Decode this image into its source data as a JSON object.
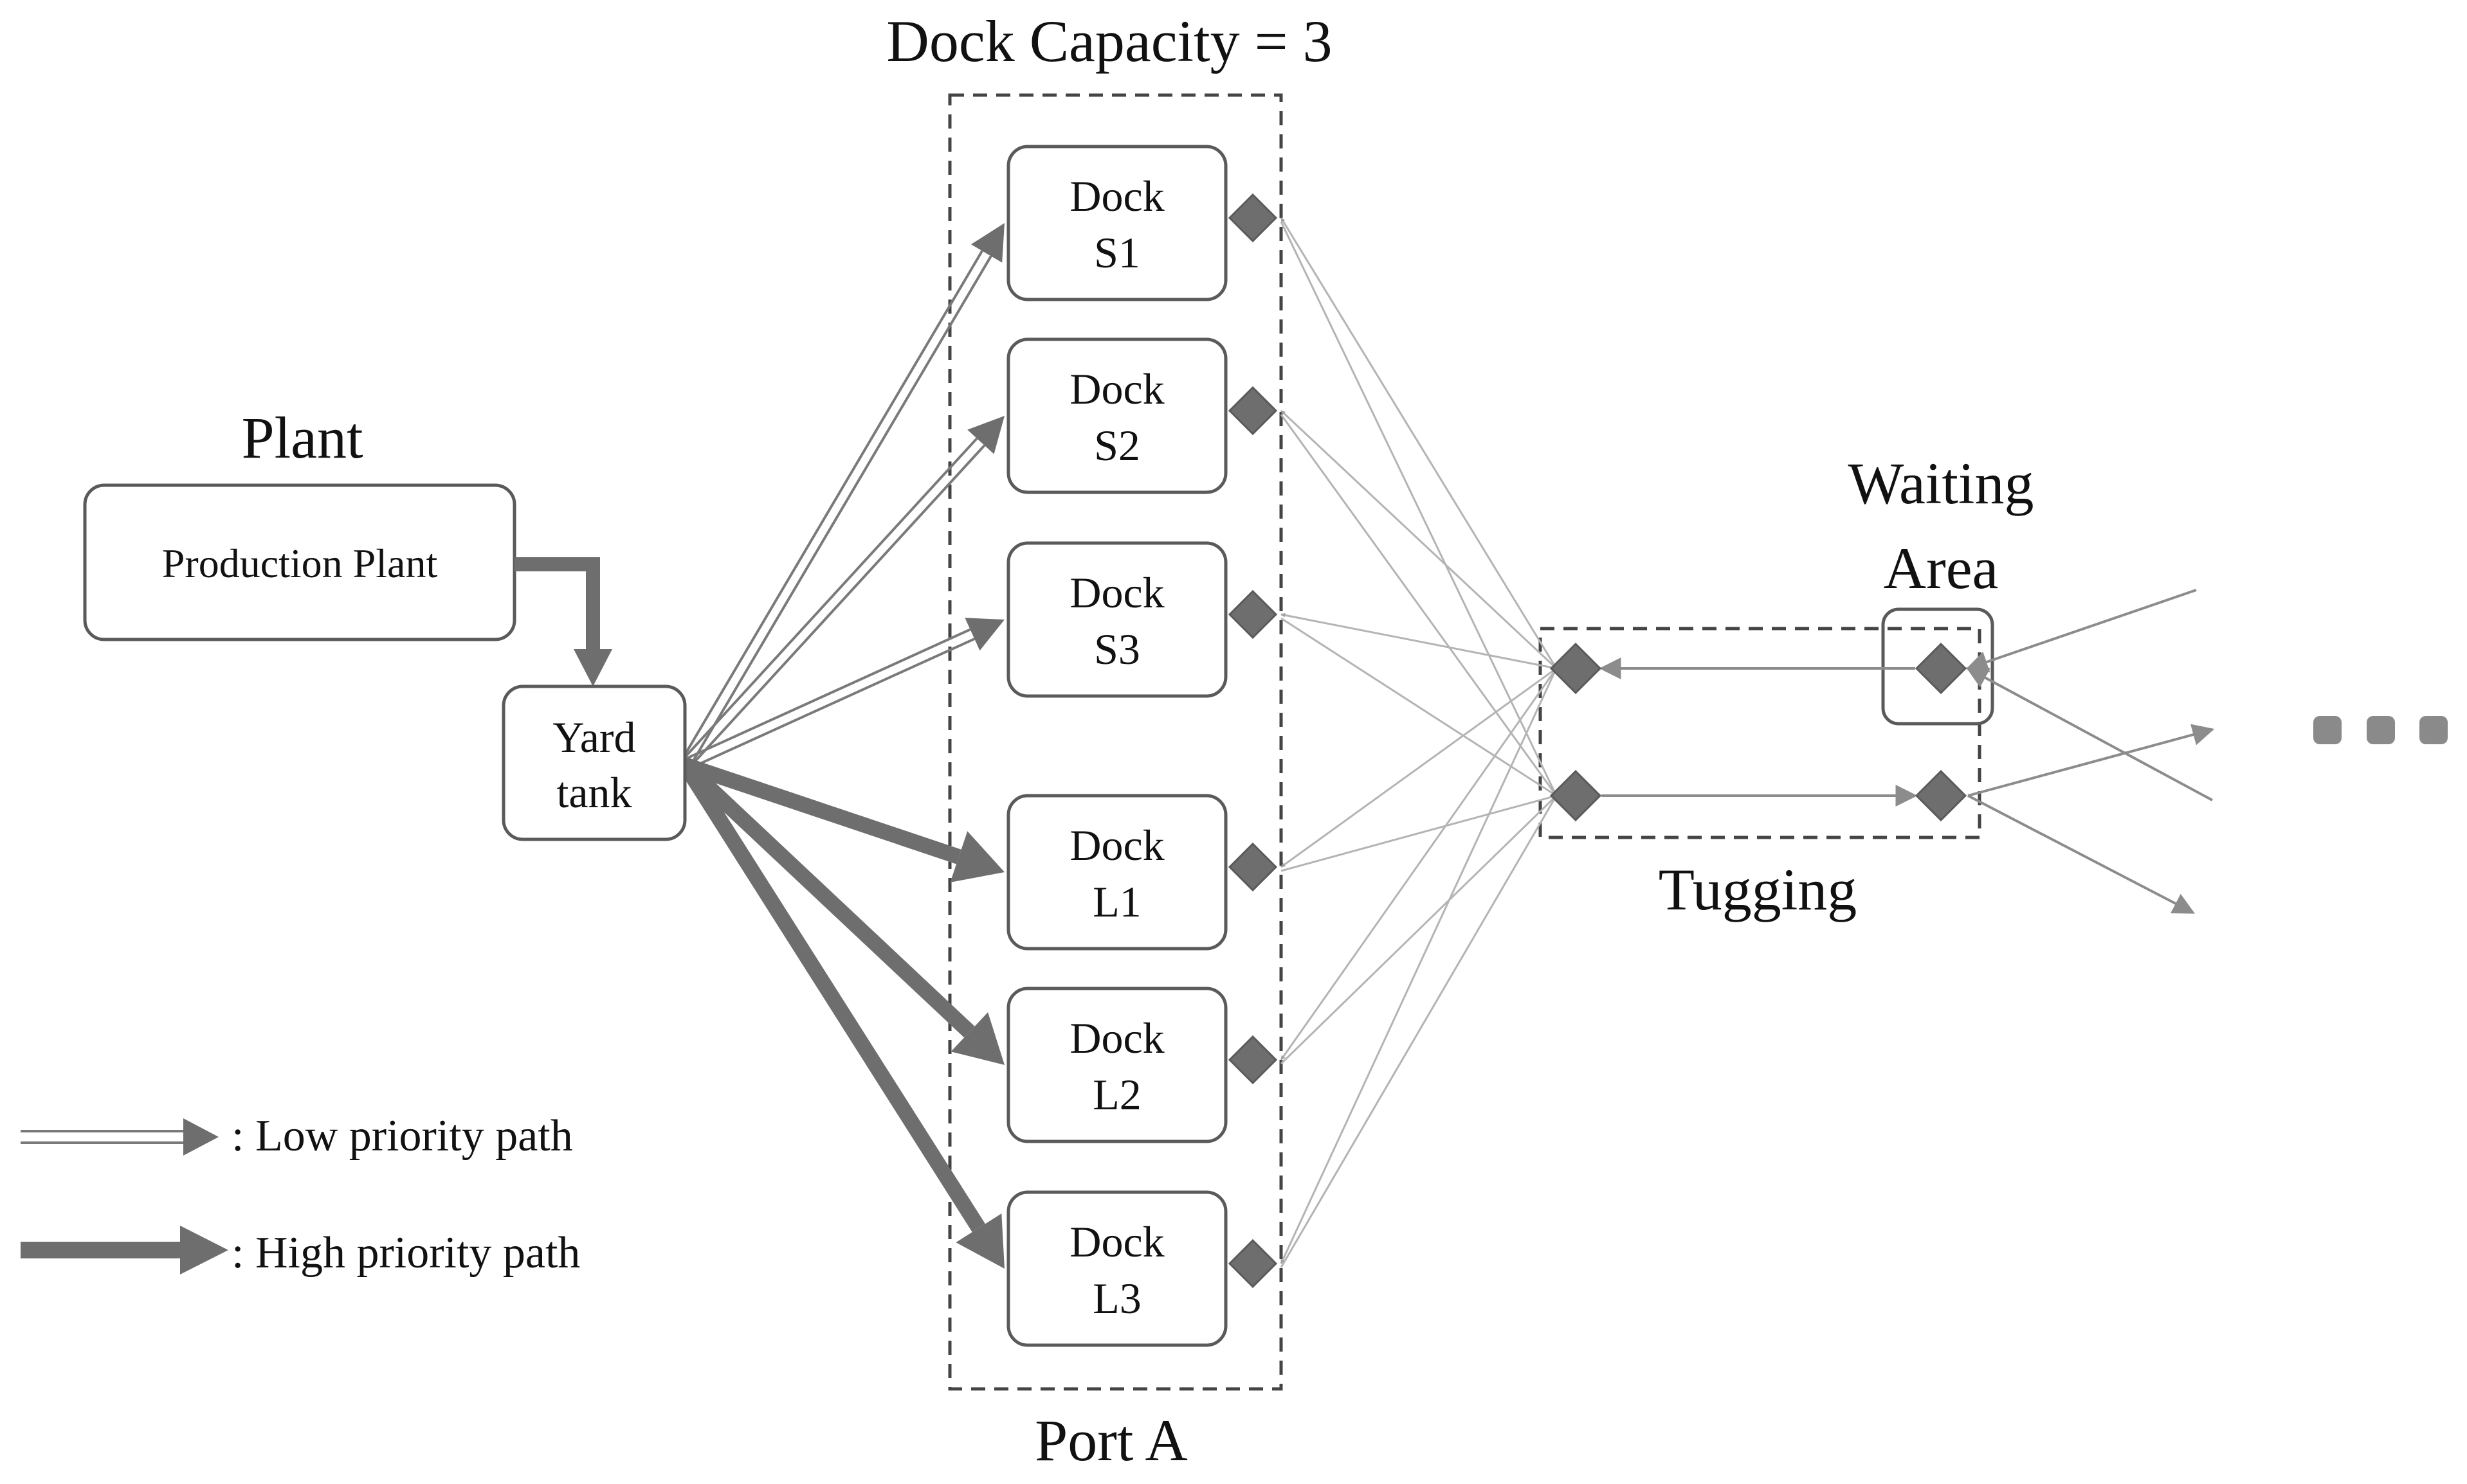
{
  "labels": {
    "dock_capacity": "Dock Capacity = 3",
    "plant_title": "Plant",
    "production_plant": "Production Plant",
    "yard_tank_line1": "Yard",
    "yard_tank_line2": "tank",
    "port": "Port A",
    "waiting_area_line1": "Waiting",
    "waiting_area_line2": "Area",
    "tugging": "Tugging"
  },
  "docks": [
    {
      "line1": "Dock",
      "line2": "S1",
      "priority": "low"
    },
    {
      "line1": "Dock",
      "line2": "S2",
      "priority": "low"
    },
    {
      "line1": "Dock",
      "line2": "S3",
      "priority": "low"
    },
    {
      "line1": "Dock",
      "line2": "L1",
      "priority": "high"
    },
    {
      "line1": "Dock",
      "line2": "L2",
      "priority": "high"
    },
    {
      "line1": "Dock",
      "line2": "L3",
      "priority": "high"
    }
  ],
  "legend": {
    "low": ": Low priority path",
    "high": ": High priority path"
  },
  "colors": {
    "path": "#6e6e6e",
    "node_border": "#5a5a5a",
    "thin_edge": "#b4b4b4"
  }
}
